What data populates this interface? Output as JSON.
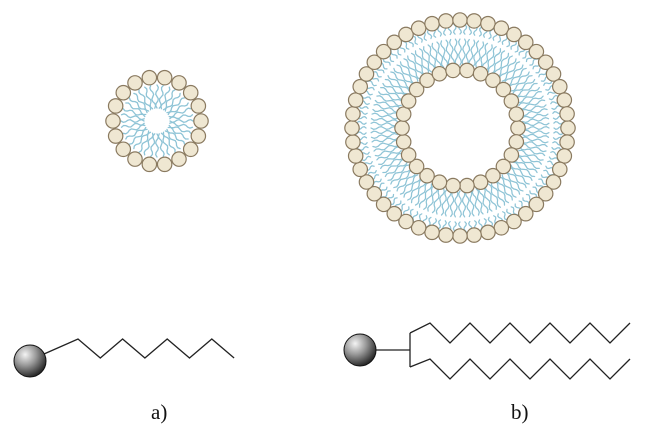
{
  "labels": {
    "a": "a)",
    "b": "b)"
  },
  "colors": {
    "background": "#ffffff",
    "head_fill": "#efe7d2",
    "head_stroke": "#8a7a60",
    "tail": "#8fc4d6",
    "chain": "#222222"
  },
  "structures": {
    "micelle": {
      "kind": "micelle",
      "head_count": 18
    },
    "vesicle": {
      "kind": "bilayer-vesicle",
      "outer_head_count": 48,
      "inner_head_count": 26
    }
  },
  "molecules": {
    "single_chain": {
      "kind": "single-tail-surfactant",
      "zigzag_segments": 7
    },
    "double_chain": {
      "kind": "double-tail-surfactant",
      "zigzag_segments": 12
    }
  }
}
